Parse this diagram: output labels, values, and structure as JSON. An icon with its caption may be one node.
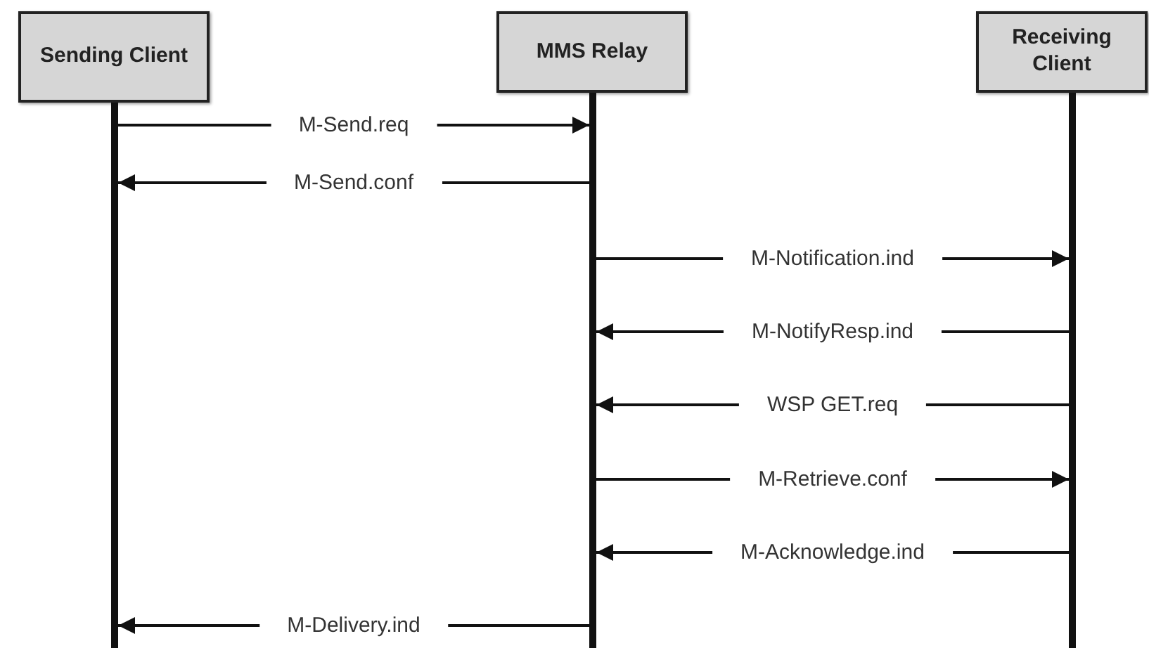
{
  "diagram": {
    "nodes": [
      {
        "text": [
          "Sending Client"
        ]
      },
      {
        "text": [
          "MMS Relay"
        ]
      },
      {
        "text": [
          "Receiving Client"
        ]
      },
      {
        "text": [],
        "shape": "bar"
      },
      {
        "text": [],
        "shape": "bar"
      },
      {
        "text": [],
        "shape": "bar"
      }
    ],
    "edges": [
      {
        "from": 3,
        "to": 4,
        "arrow": "to",
        "label": "M-Send.req"
      },
      {
        "from": 4,
        "to": 3,
        "arrow": "to",
        "label": "M-Send.conf"
      },
      {
        "from": 4,
        "to": 5,
        "arrow": "to",
        "label": "M-Notification.ind"
      },
      {
        "from": 5,
        "to": 4,
        "arrow": "to",
        "label": "M-NotifyResp.ind"
      },
      {
        "from": 5,
        "to": 4,
        "arrow": "to",
        "label": "WSP GET.req"
      },
      {
        "from": 4,
        "to": 5,
        "arrow": "to",
        "label": "M-Retrieve.conf"
      },
      {
        "from": 5,
        "to": 4,
        "arrow": "to",
        "label": "M-Acknowledge.ind"
      },
      {
        "from": 4,
        "to": 3,
        "arrow": "to",
        "label": "M-Delivery.ind"
      }
    ]
  }
}
